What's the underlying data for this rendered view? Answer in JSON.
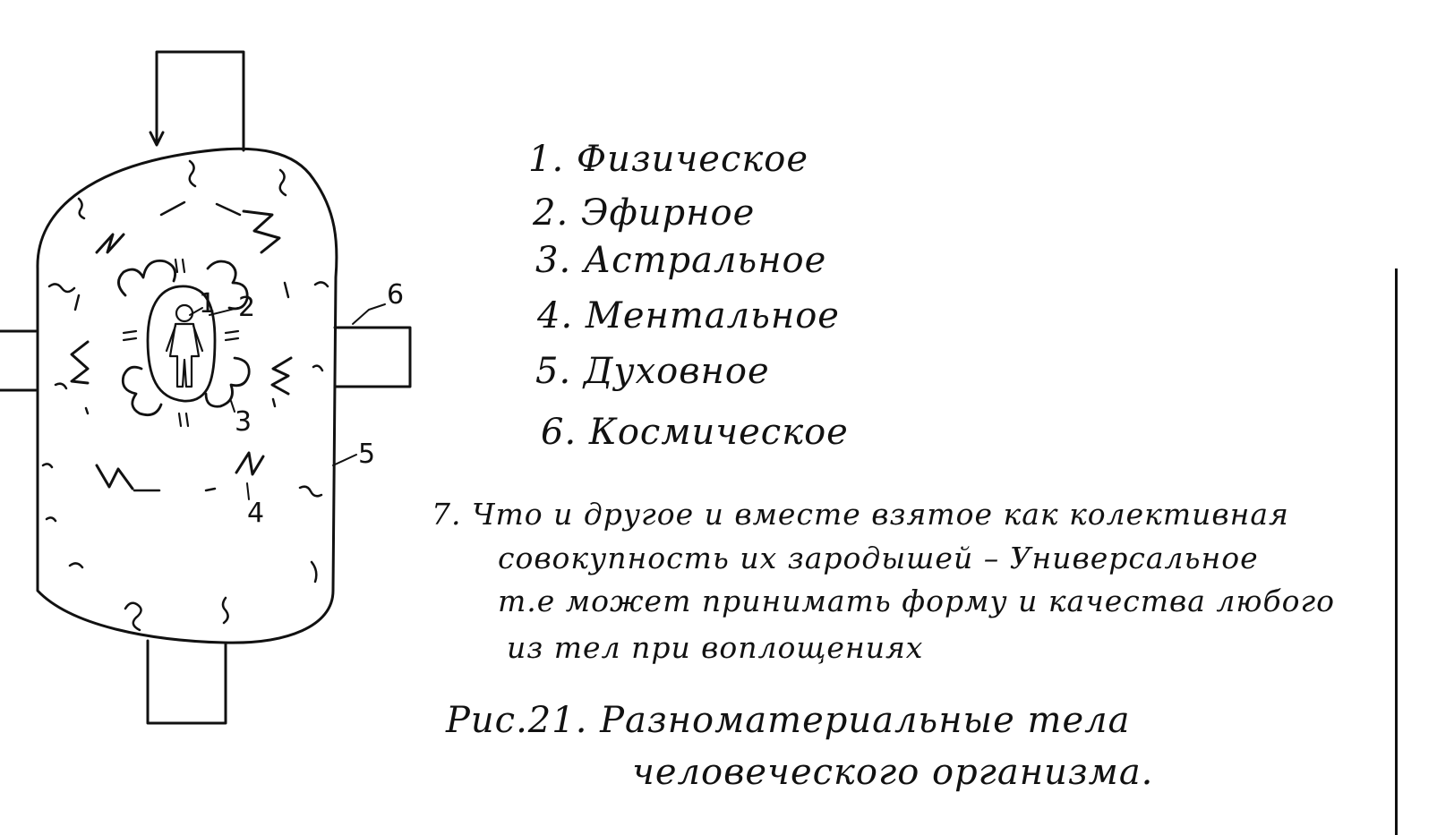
{
  "diagram": {
    "callouts": [
      "1",
      "2",
      "3",
      "4",
      "5",
      "6"
    ]
  },
  "legend": {
    "items": [
      "1. Физическое",
      "2. Эфирное",
      "3. Астральное",
      "4. Ментальное",
      "5. Духовное",
      "6. Космическое"
    ]
  },
  "note": {
    "lines": [
      "7. Что и другое и вместе взятое как колективная",
      "совокупность их зародышей – Универсальное",
      "т.е может принимать форму и качества любого",
      "из тел при воплощениях"
    ]
  },
  "caption": {
    "lines": [
      "Рис.21. Разноматериальные тела",
      "человеческого организма."
    ]
  }
}
